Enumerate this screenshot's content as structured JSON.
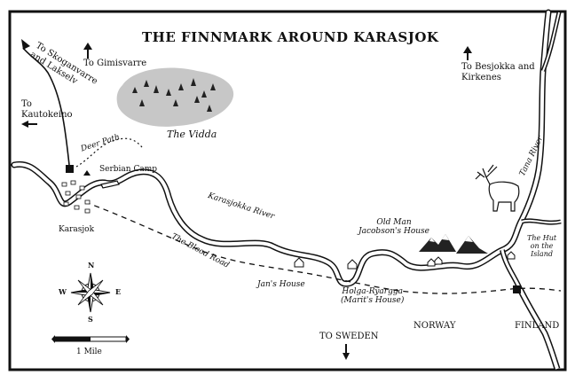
{
  "title": "THE FINNMARK AROUND KARASJOK",
  "labels": {
    "skoganvarre": [
      "To Skoganvarre",
      "and Lakselv"
    ],
    "gimisvarre": "To Gimisvarre",
    "kautokeino": [
      "To",
      "Kautokeino"
    ],
    "besjokka": [
      "To Besjokka and",
      "Kirkenes"
    ],
    "vidda": "The Vidda",
    "deer_path": "Deer Path",
    "serbian_camp": "Serbian Camp",
    "karasjok": "Karasjok",
    "karasjokka_river": "Karasjokka River",
    "tana_river": "Tana River",
    "old_man": [
      "Old Man",
      "Jacobson's House"
    ],
    "hut": [
      "The Hut",
      "on the",
      "Island"
    ],
    "blood_road": "The Blood Road",
    "jans_house": "Jan's House",
    "holga": [
      "Holga-Ryargga",
      "(Marit's House)"
    ],
    "norway": "NORWAY",
    "finland": "FINLAND",
    "to_sweden": "TO SWEDEN"
  },
  "compass": {
    "n": "N",
    "s": "S",
    "e": "E",
    "w": "W"
  },
  "scale": {
    "label": "1 Mile"
  },
  "colors": {
    "ink": "#111111",
    "wash": "#bdbdbd",
    "paper": "#ffffff"
  }
}
